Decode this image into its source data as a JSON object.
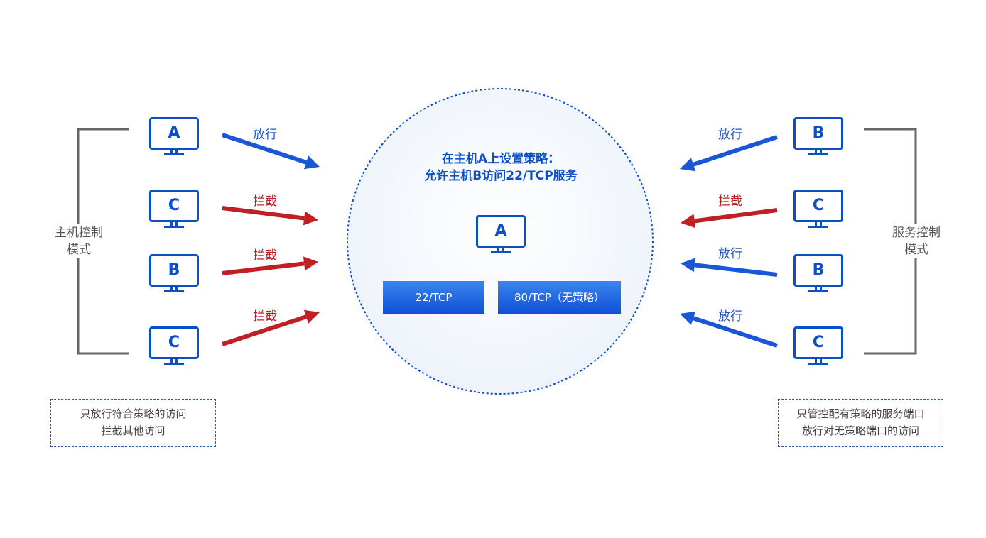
{
  "center": {
    "title_line1": "在主机A上设置策略：",
    "title_line2": "允许主机B访问22/TCP服务",
    "host_label": "A",
    "ports": [
      "22/TCP",
      "80/TCP（无策略）"
    ]
  },
  "left": {
    "mode_label_line1": "主机控制",
    "mode_label_line2": "模式",
    "hosts": [
      "A",
      "C",
      "B",
      "C"
    ],
    "actions": [
      "放行",
      "拦截",
      "拦截",
      "拦截"
    ],
    "note_line1": "只放行符合策略的访问",
    "note_line2": "拦截其他访问"
  },
  "right": {
    "mode_label_line1": "服务控制",
    "mode_label_line2": "模式",
    "hosts": [
      "B",
      "C",
      "B",
      "C"
    ],
    "actions": [
      "放行",
      "拦截",
      "放行",
      "放行"
    ],
    "note_line1": "只管控配有策略的服务端口",
    "note_line2": "放行对无策略端口的访问"
  },
  "colors": {
    "allow": "#1a56d6",
    "block": "#c01f24",
    "host": "#0a4fc4",
    "bracket": "#666666",
    "circle_border": "#0a4fc4"
  }
}
